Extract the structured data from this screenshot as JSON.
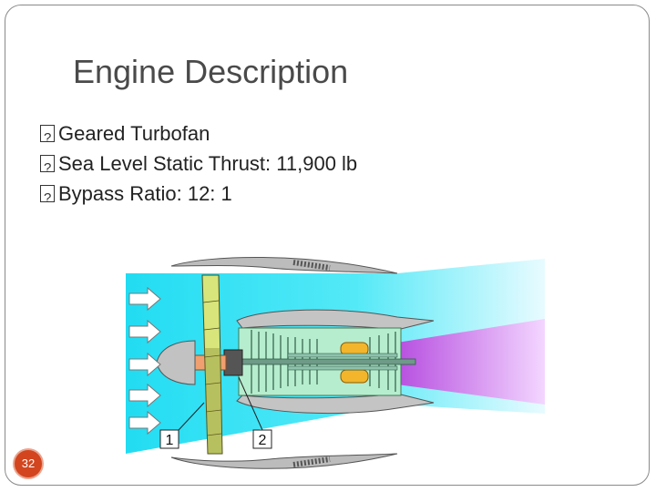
{
  "slide": {
    "title": "Engine Description",
    "bullets": [
      "Geared Turbofan",
      "Sea Level Static Thrust:  11,900 lb",
      "Bypass Ratio:  12: 1"
    ],
    "slide_number": "32"
  },
  "diagram": {
    "callouts": [
      "1",
      "2"
    ],
    "colors": {
      "bypass_air": "#33e3f6",
      "exhaust": "#d36cf0",
      "nacelle": "#b7b7b7",
      "fan_blade": "#d8e57a",
      "core": "#aee9c5",
      "combustor": "#f3b52b",
      "gearbox": "#f0a070"
    }
  }
}
